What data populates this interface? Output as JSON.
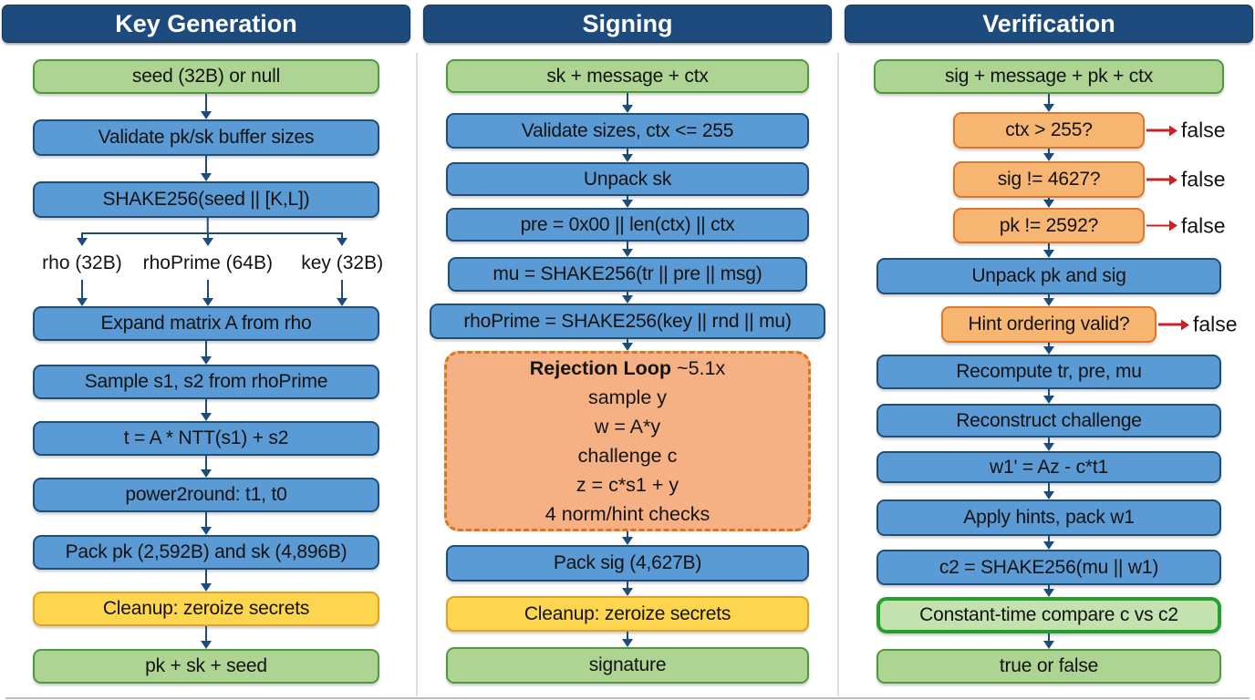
{
  "colors": {
    "header_bg": "#1d4b7e",
    "header_text": "#ffffff",
    "blue_fill": "#5b9bd5",
    "blue_border": "#1f4e79",
    "green_fill": "#aed494",
    "green_border": "#4e9b3d",
    "yellow_fill": "#fdd54f",
    "yellow_border": "#dfa126",
    "orange_fill": "#f7b572",
    "orange_border": "#e0762a",
    "compare_border": "#24a12b",
    "arrow": "#1d4b7e",
    "false_arrow": "#c62424"
  },
  "keygen": {
    "header": "Key Generation",
    "input": "seed (32B) or null",
    "validate": "Validate pk/sk buffer sizes",
    "shake": "SHAKE256(seed || [K,L])",
    "derived": [
      "rho (32B)",
      "rhoPrime (64B)",
      "key (32B)"
    ],
    "expand": "Expand matrix A from rho",
    "sample": "Sample s1, s2 from rhoPrime",
    "ntt": "t = A * NTT(s1) + s2",
    "power2round": "power2round: t1, t0",
    "pack": "Pack pk (2,592B) and sk (4,896B)",
    "cleanup": "Cleanup: zeroize secrets",
    "output": "pk + sk + seed"
  },
  "signing": {
    "header": "Signing",
    "input": "sk + message + ctx",
    "validate": "Validate sizes, ctx <= 255",
    "unpack": "Unpack sk",
    "pre": "pre = 0x00 || len(ctx) || ctx",
    "mu": "mu = SHAKE256(tr || pre || msg)",
    "rhoprime": "rhoPrime = SHAKE256(key || rnd || mu)",
    "rejection": {
      "title": "Rejection Loop",
      "title_suffix": " ~5.1x",
      "lines": [
        "sample y",
        "w = A*y",
        "challenge c",
        "z = c*s1 + y",
        "4 norm/hint checks"
      ]
    },
    "pack": "Pack sig (4,627B)",
    "cleanup": "Cleanup: zeroize secrets",
    "output": "signature"
  },
  "verification": {
    "header": "Verification",
    "input": "sig + message + pk + ctx",
    "checks": [
      {
        "label": "ctx > 255?",
        "fail": "false"
      },
      {
        "label": "sig != 4627?",
        "fail": "false"
      },
      {
        "label": "pk != 2592?",
        "fail": "false"
      }
    ],
    "unpack": "Unpack pk and sig",
    "hint_check": {
      "label": "Hint ordering valid?",
      "fail": "false"
    },
    "recompute": "Recompute tr, pre, mu",
    "reconstruct": "Reconstruct challenge",
    "w1": "w1' = Az - c*t1",
    "apply": "Apply hints, pack w1",
    "c2": "c2 = SHAKE256(mu || w1)",
    "compare": "Constant-time compare c vs c2",
    "output": "true or false"
  }
}
